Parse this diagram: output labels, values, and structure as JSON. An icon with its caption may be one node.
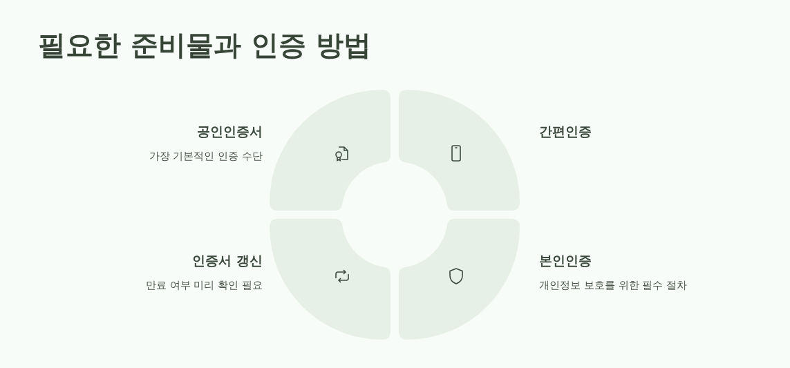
{
  "diagram": {
    "title": "필요한 준비물과 인증 방법",
    "nodes": [
      {
        "text": [
          "공인인증서",
          "가장 기본적인 인증 수단"
        ]
      },
      {
        "text": [
          "간편인증"
        ]
      },
      {
        "text": [
          "인증서 갱신",
          "만료 여부 미리 확인 필요"
        ]
      },
      {
        "text": [
          "본인인증",
          "개인정보 보호를 위한 필수 절차"
        ]
      }
    ]
  }
}
